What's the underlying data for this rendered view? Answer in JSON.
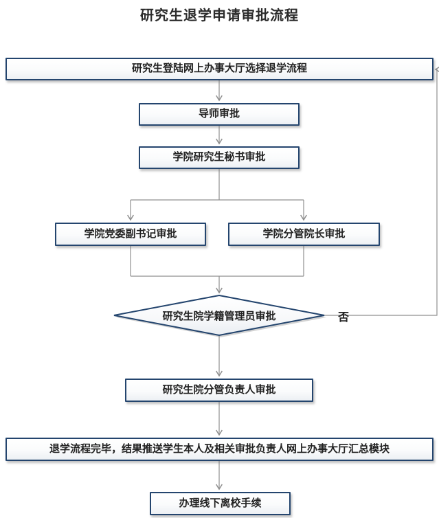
{
  "title": "研究生退学申请审批流程",
  "nodes": {
    "start": "研究生登陆网上办事大厅选择退学流程",
    "mentor": "导师审批",
    "secretary": "学院研究生秘书审批",
    "deputy_secretary": "学院党委副书记审批",
    "vice_dean": "学院分管院长审批",
    "registrar": "研究生院学籍管理员审批",
    "grad_leader": "研究生院分管负责人审批",
    "complete": "退学流程完毕，结果推送学生本人及相关审批负责人网上办事大厅汇总模块",
    "offline": "办理线下离校手续"
  },
  "labels": {
    "no": "否"
  },
  "colors": {
    "node_border": "#24456e",
    "node_fill_top": "#ffffff",
    "node_fill_bottom": "#edf0f4",
    "connector": "#8f8f8f",
    "text": "#222222"
  }
}
